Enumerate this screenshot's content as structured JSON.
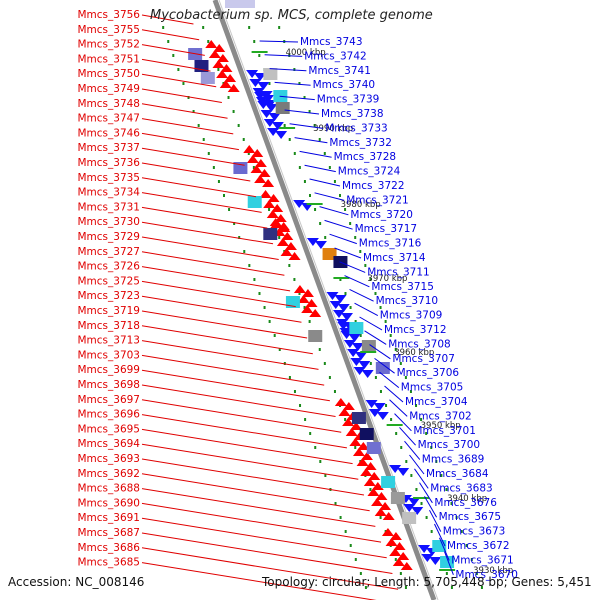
{
  "title": "Mycobacterium sp. MCS, complete genome",
  "footer": {
    "accession": "Accession: NC_008146",
    "summary": "Topology: circular; Length: 5,705,448 bp; Genes: 5,451"
  },
  "colors": {
    "left_labels": "#e00000",
    "right_labels": "#0000e0",
    "forward_gene": "#ff0000",
    "reverse_gene": "#1010ff",
    "backbone": "#8a8a8a",
    "tick": "#1a8a1a"
  },
  "axis": {
    "ticks": [
      "4000 kbp",
      "3990 kbp",
      "3980 kbp",
      "3970 kbp",
      "3960 kbp",
      "3950 kbp",
      "3940 kbp",
      "3930 kbp"
    ]
  },
  "left_labels": [
    "Mmcs_3756",
    "Mmcs_3755",
    "Mmcs_3752",
    "Mmcs_3751",
    "Mmcs_3750",
    "Mmcs_3749",
    "Mmcs_3748",
    "Mmcs_3747",
    "Mmcs_3746",
    "Mmcs_3737",
    "Mmcs_3736",
    "Mmcs_3735",
    "Mmcs_3734",
    "Mmcs_3731",
    "Mmcs_3730",
    "Mmcs_3729",
    "Mmcs_3727",
    "Mmcs_3726",
    "Mmcs_3725",
    "Mmcs_3723",
    "Mmcs_3719",
    "Mmcs_3718",
    "Mmcs_3713",
    "Mmcs_3703",
    "Mmcs_3699",
    "Mmcs_3698",
    "Mmcs_3697",
    "Mmcs_3696",
    "Mmcs_3695",
    "Mmcs_3694",
    "Mmcs_3693",
    "Mmcs_3692",
    "Mmcs_3688",
    "Mmcs_3690",
    "Mmcs_3691",
    "Mmcs_3687",
    "Mmcs_3686",
    "Mmcs_3685"
  ],
  "right_labels": [
    "Mmcs_3743",
    "Mmcs_3742",
    "Mmcs_3741",
    "Mmcs_3740",
    "Mmcs_3739",
    "Mmcs_3738",
    "Mmcs_3733",
    "Mmcs_3732",
    "Mmcs_3728",
    "Mmcs_3724",
    "Mmcs_3722",
    "Mmcs_3721",
    "Mmcs_3720",
    "Mmcs_3717",
    "Mmcs_3716",
    "Mmcs_3714",
    "Mmcs_3711",
    "Mmcs_3715",
    "Mmcs_3710",
    "Mmcs_3709",
    "Mmcs_3712",
    "Mmcs_3708",
    "Mmcs_3707",
    "Mmcs_3706",
    "Mmcs_3705",
    "Mmcs_3704",
    "Mmcs_3702",
    "Mmcs_3701",
    "Mmcs_3700",
    "Mmcs_3689",
    "Mmcs_3684",
    "Mmcs_3683",
    "Mmcs_3676",
    "Mmcs_3675",
    "Mmcs_3673",
    "Mmcs_3672",
    "Mmcs_3671",
    "Mmcs_3670"
  ]
}
